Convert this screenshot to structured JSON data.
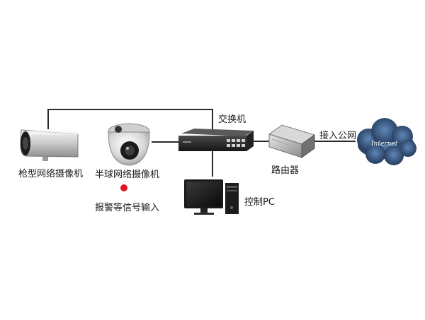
{
  "labels": {
    "bullet_camera": "枪型网络摄像机",
    "dome_camera": "半球网络摄像机",
    "alarm_input": "报警等信号输入",
    "switch": "交换机",
    "router": "路由器",
    "internet_access": "接入公网",
    "control_pc": "控制PC",
    "cloud_text": "Internet"
  },
  "colors": {
    "line": "#2a2a2a",
    "alarm_dot": "#e0141e",
    "cloud": "#2f4d72"
  }
}
